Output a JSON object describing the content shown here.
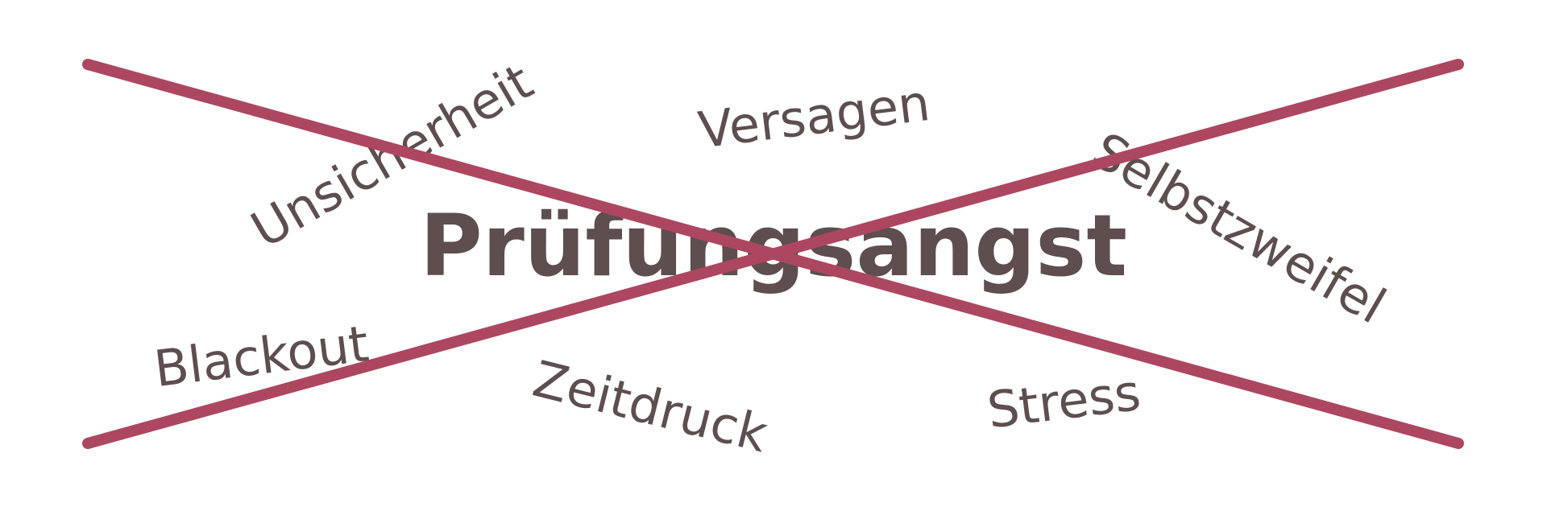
{
  "central_term": "Prüfungsangst",
  "words": {
    "unsicherheit": "Unsicherheit",
    "versagen": "Versagen",
    "selbstzweifel": "Selbstzweifel",
    "blackout": "Blackout",
    "zeitdruck": "Zeitdruck",
    "stress": "Stress"
  },
  "colors": {
    "text": "#5e4e4e",
    "cross": "#ad4760",
    "background": "#ffffff"
  }
}
